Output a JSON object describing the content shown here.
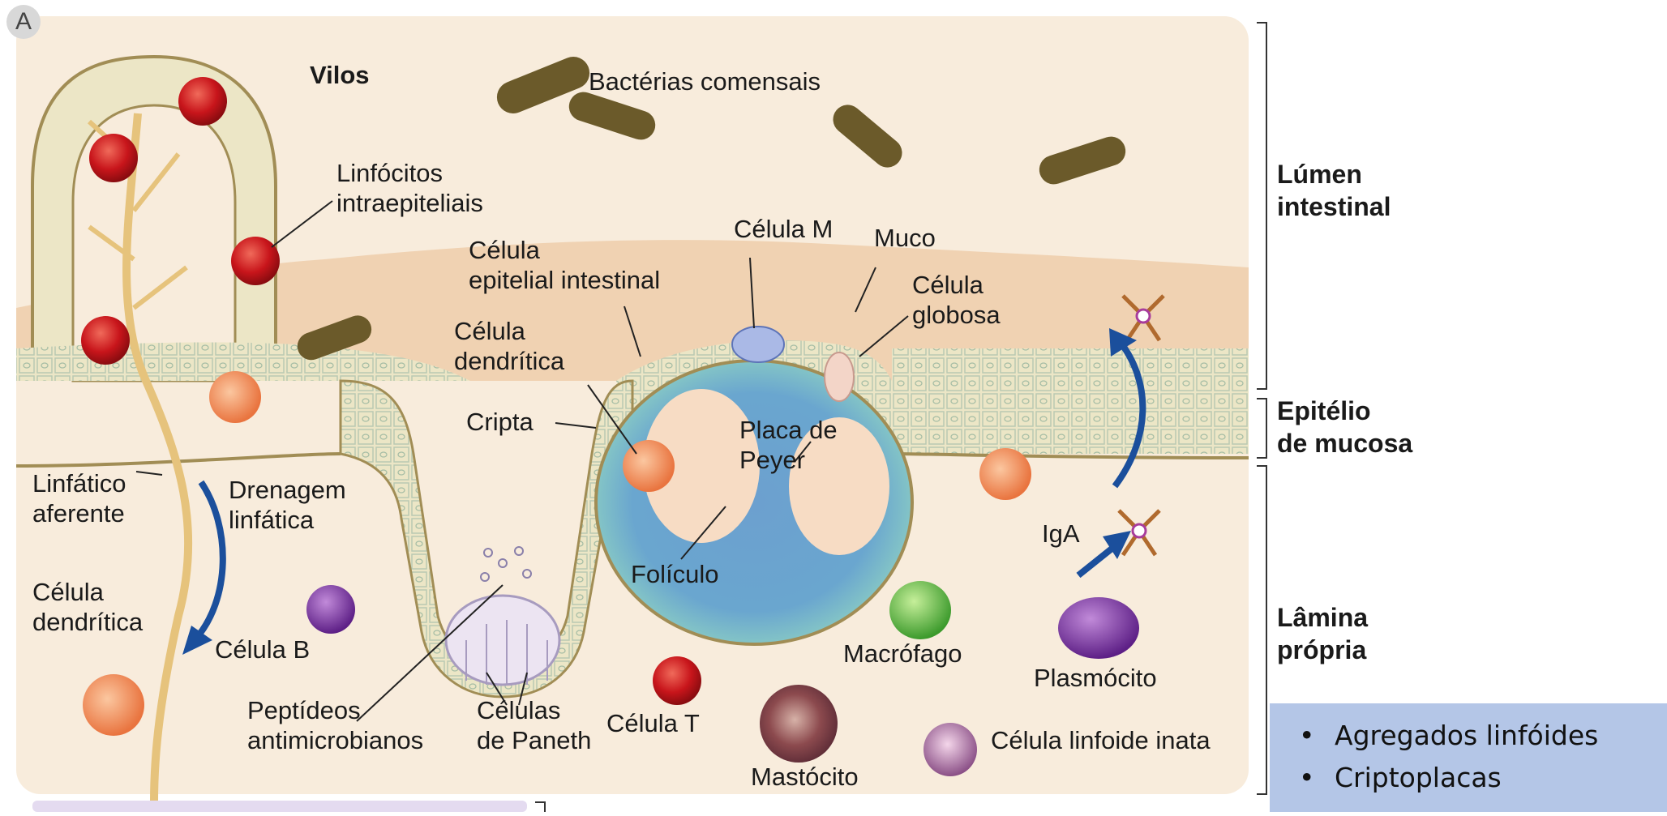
{
  "panel_letter": "A",
  "labels": {
    "vilos": "Vilos",
    "bacterias": "Bactérias comensais",
    "linfocitos": "Linfócitos\nintraepiteliais",
    "celula_epitelial": "Célula\nepitelial intestinal",
    "celula_m": "Célula M",
    "muco": "Muco",
    "celula_globosa": "Célula\nglobosa",
    "celula_dendritica_top": "Célula\ndendrítica",
    "cripta": "Cripta",
    "placa_peyer": "Placa de\nPeyer",
    "linfatico_aferente": "Linfático\naferente",
    "drenagem": "Drenagem\nlinfática",
    "foliculo": "Folículo",
    "iga": "IgA",
    "celula_dendritica_bottom": "Célula\ndendrítica",
    "celula_b": "Célula B",
    "macrofago": "Macrófago",
    "plasmocito": "Plasmócito",
    "peptideos": "Peptídeos\nantimicrobianos",
    "celulas_paneth": "Células\nde Paneth",
    "celula_t": "Célula T",
    "mastocito": "Mastócito",
    "celula_linfoide": "Célula linfoide inata"
  },
  "regions": {
    "lumen": "Lúmen\nintestinal",
    "epitelio": "Epitélio\nde mucosa",
    "lamina": "Lâmina\nprópria"
  },
  "notes": [
    "Agregados linfóides",
    "Criptoplacas"
  ],
  "colors": {
    "lamina": "#f8ecdc",
    "mucus": "#f0d2b2",
    "epithelium": "#eae3c2",
    "peyer_blue": "#6ca0cf",
    "peyer_teal": "#7ec7bb",
    "tcell_red": "#c8151b",
    "dendritic_orange": "#ef8a55",
    "bacteria": "#6b5a2a",
    "arrow_blue": "#1b4f9c",
    "notes_box": "#b4c6e7"
  }
}
